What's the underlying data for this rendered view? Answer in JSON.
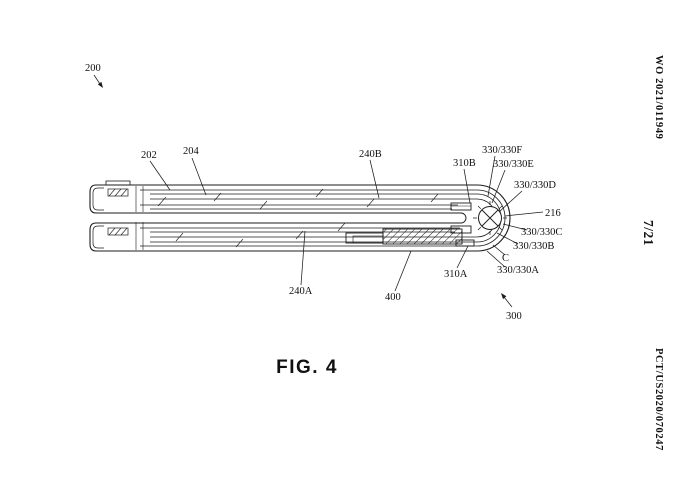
{
  "page": {
    "margin_texts": {
      "publication_number": "WO 2021/011949",
      "sheet_number": "7/21",
      "application_number": "PCT/US2020/070247"
    },
    "figure": {
      "caption": "FIG. 4",
      "refs": {
        "r200": "200",
        "r202": "202",
        "r204": "204",
        "r240A": "240A",
        "r240B": "240B",
        "r300": "300",
        "r310A": "310A",
        "r310B": "310B",
        "r216": "216",
        "r330A": "330/330A",
        "r330B": "330/330B",
        "r330C": "330/330C",
        "r330D": "330/330D",
        "r330E": "330/330E",
        "r330F": "330/330F",
        "r400": "400",
        "rC": "C"
      }
    }
  }
}
